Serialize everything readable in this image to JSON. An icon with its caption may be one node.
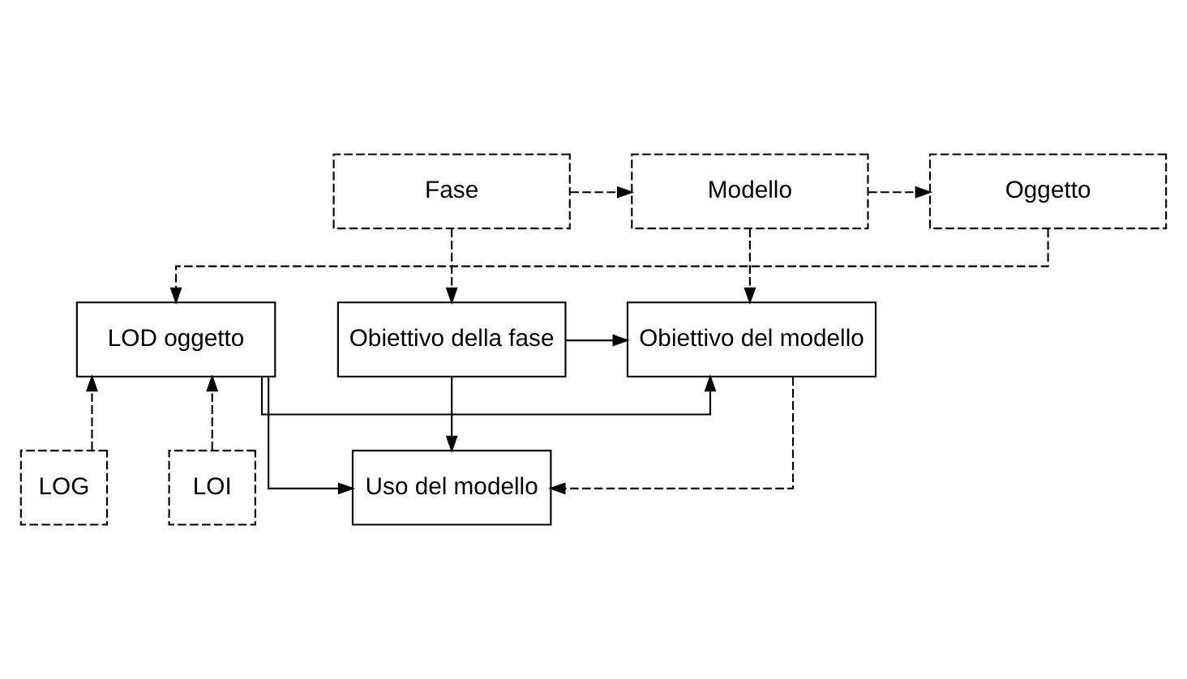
{
  "diagram": {
    "nodes": [
      {
        "text": [
          "Fase"
        ]
      },
      {
        "text": [
          "Modello"
        ]
      },
      {
        "text": [
          "Oggetto"
        ]
      },
      {
        "text": [
          "Obiettivo della fase"
        ]
      },
      {
        "text": [
          "Obiettivo del modello"
        ]
      },
      {
        "text": [
          "Uso del modello"
        ]
      },
      {
        "text": [
          "LOD oggetto"
        ]
      },
      {
        "text": [
          "LOG"
        ]
      },
      {
        "text": [
          "LOI"
        ]
      }
    ],
    "edges": [
      {
        "from": 0,
        "to": 1,
        "arrow": "to",
        "style": "dashed"
      },
      {
        "from": 1,
        "to": 2,
        "arrow": "to",
        "style": "dashed"
      },
      {
        "from": 0,
        "to": 3,
        "arrow": "to",
        "style": "dashed"
      },
      {
        "from": 1,
        "to": 4,
        "arrow": "to",
        "style": "dashed"
      },
      {
        "from": 2,
        "to": 6,
        "arrow": "to",
        "style": "dashed"
      },
      {
        "from": 3,
        "to": 4,
        "arrow": "to"
      },
      {
        "from": 3,
        "to": 5,
        "arrow": "to"
      },
      {
        "from": 4,
        "to": 5,
        "arrow": "to",
        "style": "dashed"
      },
      {
        "from": 6,
        "to": 4,
        "arrow": "to"
      },
      {
        "from": 6,
        "to": 5,
        "arrow": "to"
      },
      {
        "from": 7,
        "to": 6,
        "arrow": "to",
        "style": "dashed"
      },
      {
        "from": 8,
        "to": 6,
        "arrow": "to",
        "style": "dashed"
      }
    ]
  }
}
